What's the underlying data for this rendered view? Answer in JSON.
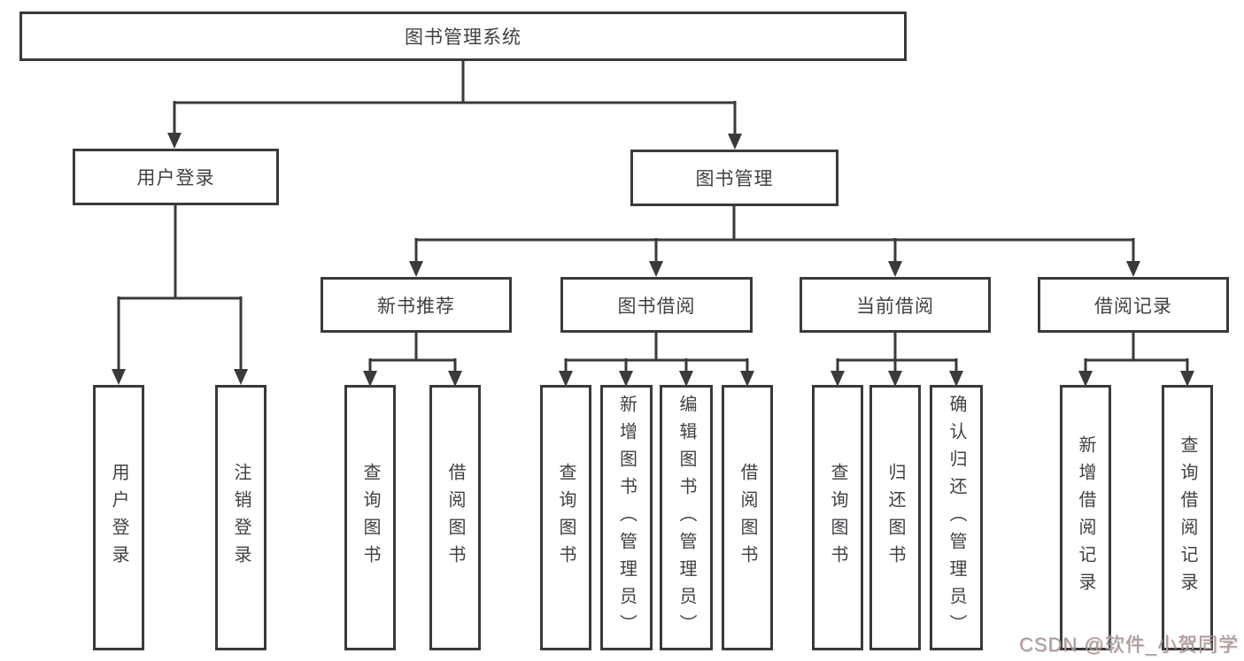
{
  "diagram": {
    "title": "图书管理系统",
    "nodes": {
      "root": {
        "label": "图书管理系统"
      },
      "user_login": {
        "label": "用户登录"
      },
      "book_management": {
        "label": "图书管理"
      },
      "new_book_recommend": {
        "label": "新书推荐"
      },
      "book_borrowing": {
        "label": "图书借阅"
      },
      "current_borrowing": {
        "label": "当前借阅"
      },
      "borrowing_records": {
        "label": "借阅记录"
      },
      "leaves": {
        "user_login_leaf": {
          "label": "用户登录"
        },
        "logout_leaf": {
          "label": "注销登录"
        },
        "query_books_recommend": {
          "label": "查询图书"
        },
        "borrow_books_recommend": {
          "label": "借阅图书"
        },
        "query_books_borrowing": {
          "label": "查询图书"
        },
        "add_books_admin": {
          "label": "新增图书（管理员）"
        },
        "edit_books_admin": {
          "label": "编辑图书（管理员）"
        },
        "borrow_books_borrowing": {
          "label": "借阅图书"
        },
        "query_books_current": {
          "label": "查询图书"
        },
        "return_books": {
          "label": "归还图书"
        },
        "confirm_return_admin": {
          "label": "确认归还（管理员）"
        },
        "add_borrow_record": {
          "label": "新增借阅记录"
        },
        "query_borrow_record": {
          "label": "查询借阅记录"
        }
      }
    }
  },
  "watermark": {
    "text": "CSDN @软件_小贺同学"
  },
  "colors": {
    "line": "#3a3a3a",
    "text": "#3f4145",
    "background": "#ffffff",
    "watermark_gray": "#9e9e9e"
  }
}
